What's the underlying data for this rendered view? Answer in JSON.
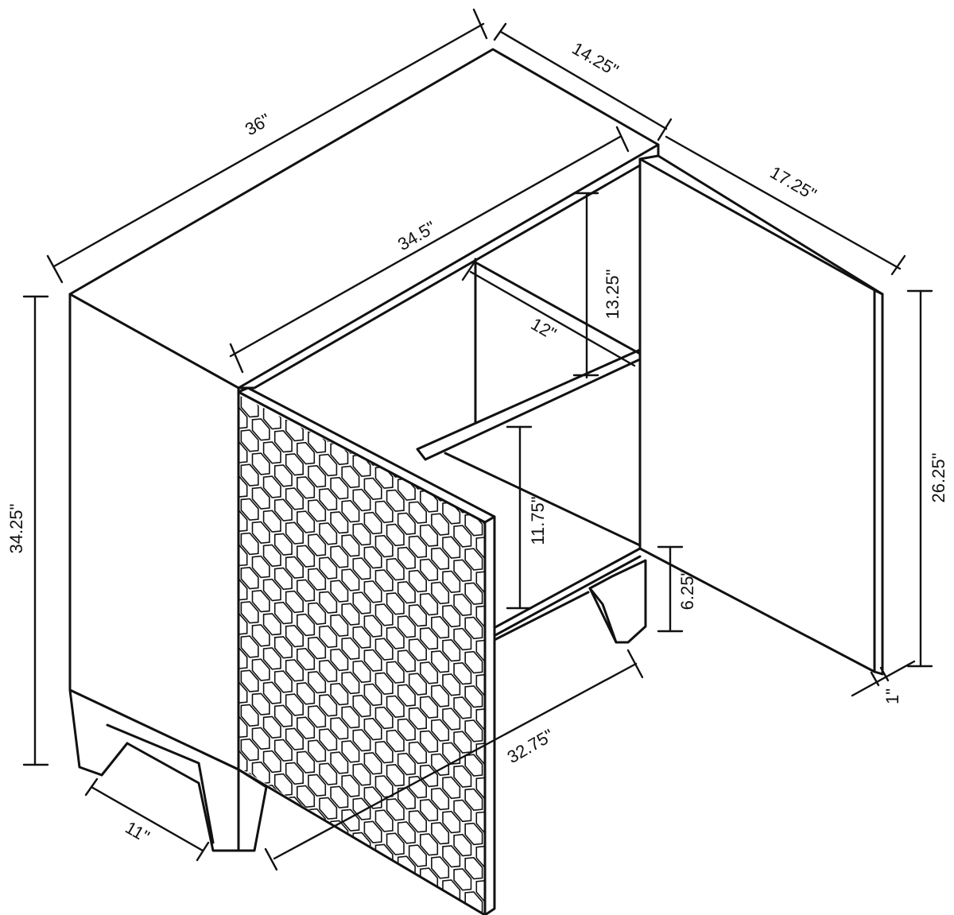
{
  "dimensions": {
    "top_width": "36\"",
    "top_depth": "14.25\"",
    "door_open_depth": "17.25\"",
    "interior_width": "34.5\"",
    "upper_shelf_height": "13.25\"",
    "shelf_depth": "12\"",
    "overall_height": "34.25\"",
    "door_height": "26.25\"",
    "lower_shelf_height": "11.75\"",
    "leg_height": "6.25\"",
    "door_thickness": "1\"",
    "leg_span": "32.75\"",
    "leg_depth": "11\""
  },
  "colors": {
    "line": "#111111",
    "background": "#ffffff"
  },
  "door_pattern": "hexagon-honeycomb"
}
